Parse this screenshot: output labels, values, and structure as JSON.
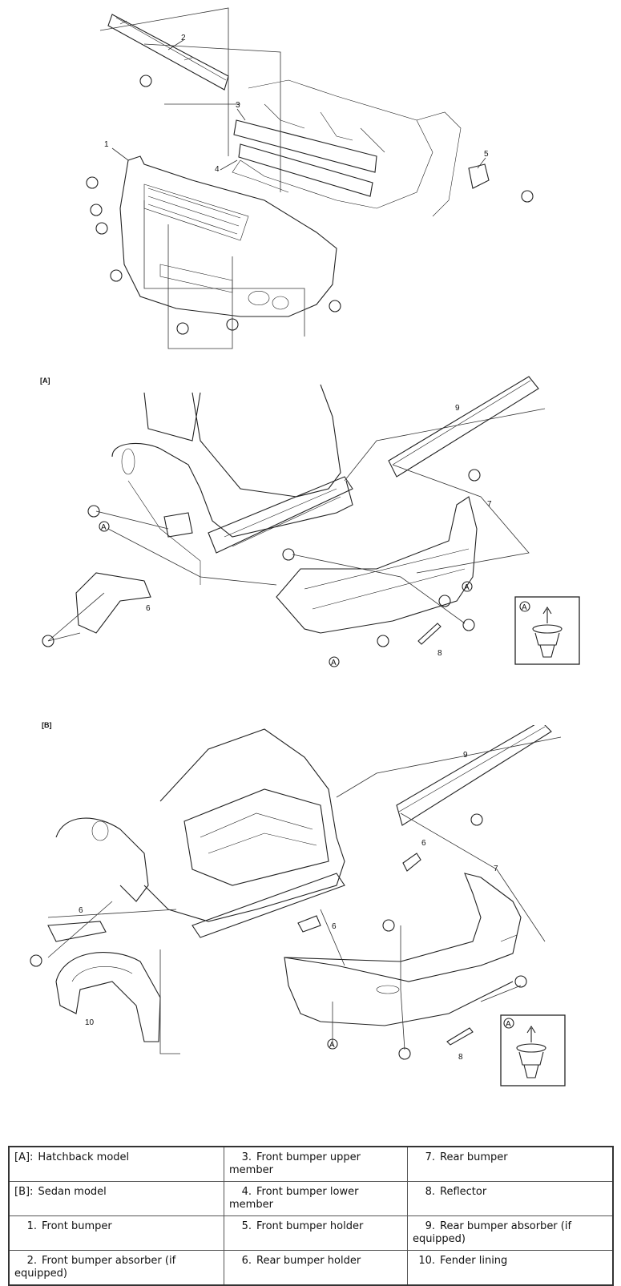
{
  "sections": {
    "hatchback_tag": "[A]",
    "sedan_tag": "[B]"
  },
  "fastener_symbol": "A",
  "callouts_front": [
    "1",
    "2",
    "3",
    "4",
    "5"
  ],
  "callouts_hatch": [
    "6",
    "7",
    "8",
    "9"
  ],
  "callouts_sedan": [
    "6",
    "6",
    "6",
    "7",
    "8",
    "9",
    "10"
  ],
  "legend": {
    "rows": [
      [
        {
          "tag": "[A]:",
          "text": "Hatchback model"
        },
        {
          "num": "3.",
          "text": "Front bumper upper member"
        },
        {
          "num": "7.",
          "text": "Rear bumper"
        }
      ],
      [
        {
          "tag": "[B]:",
          "text": "Sedan model"
        },
        {
          "num": "4.",
          "text": "Front bumper lower member"
        },
        {
          "num": "8.",
          "text": "Reflector"
        }
      ],
      [
        {
          "num": "1.",
          "text": "Front bumper"
        },
        {
          "num": "5.",
          "text": "Front bumper holder"
        },
        {
          "num": "9.",
          "text": "Rear bumper absorber (if equipped)"
        }
      ],
      [
        {
          "num": "2.",
          "text": "Front bumper absorber (if equipped)"
        },
        {
          "num": "6.",
          "text": "Rear bumper holder"
        },
        {
          "num": "10.",
          "text": "Fender lining"
        }
      ]
    ]
  }
}
